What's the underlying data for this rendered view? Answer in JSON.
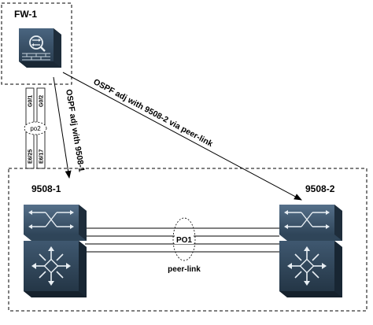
{
  "diagram": {
    "firewall": {
      "label": "FW-1",
      "icon": "firewall-icon"
    },
    "firewall_interfaces": [
      "G0/1",
      "G0/2"
    ],
    "switch_interfaces": [
      "E6/25",
      "E6/17"
    ],
    "port_channel_fw": "po2",
    "switch_left": {
      "label": "9508-1",
      "icon": "nexus-switch-icon"
    },
    "switch_right": {
      "label": "9508-2",
      "icon": "nexus-switch-icon"
    },
    "port_channel_peer": "PO1",
    "peer_link_label": "peer-link",
    "adjacency_left": "OSPF adj with 9508-1",
    "adjacency_right": "OSPF adj with 9508-2 via peer-link",
    "colors": {
      "device_dark": "#2b3f52",
      "device_mid": "#3d566e",
      "device_light": "#6d8396",
      "line": "#000000",
      "cable_fill": "#ffffff"
    }
  }
}
